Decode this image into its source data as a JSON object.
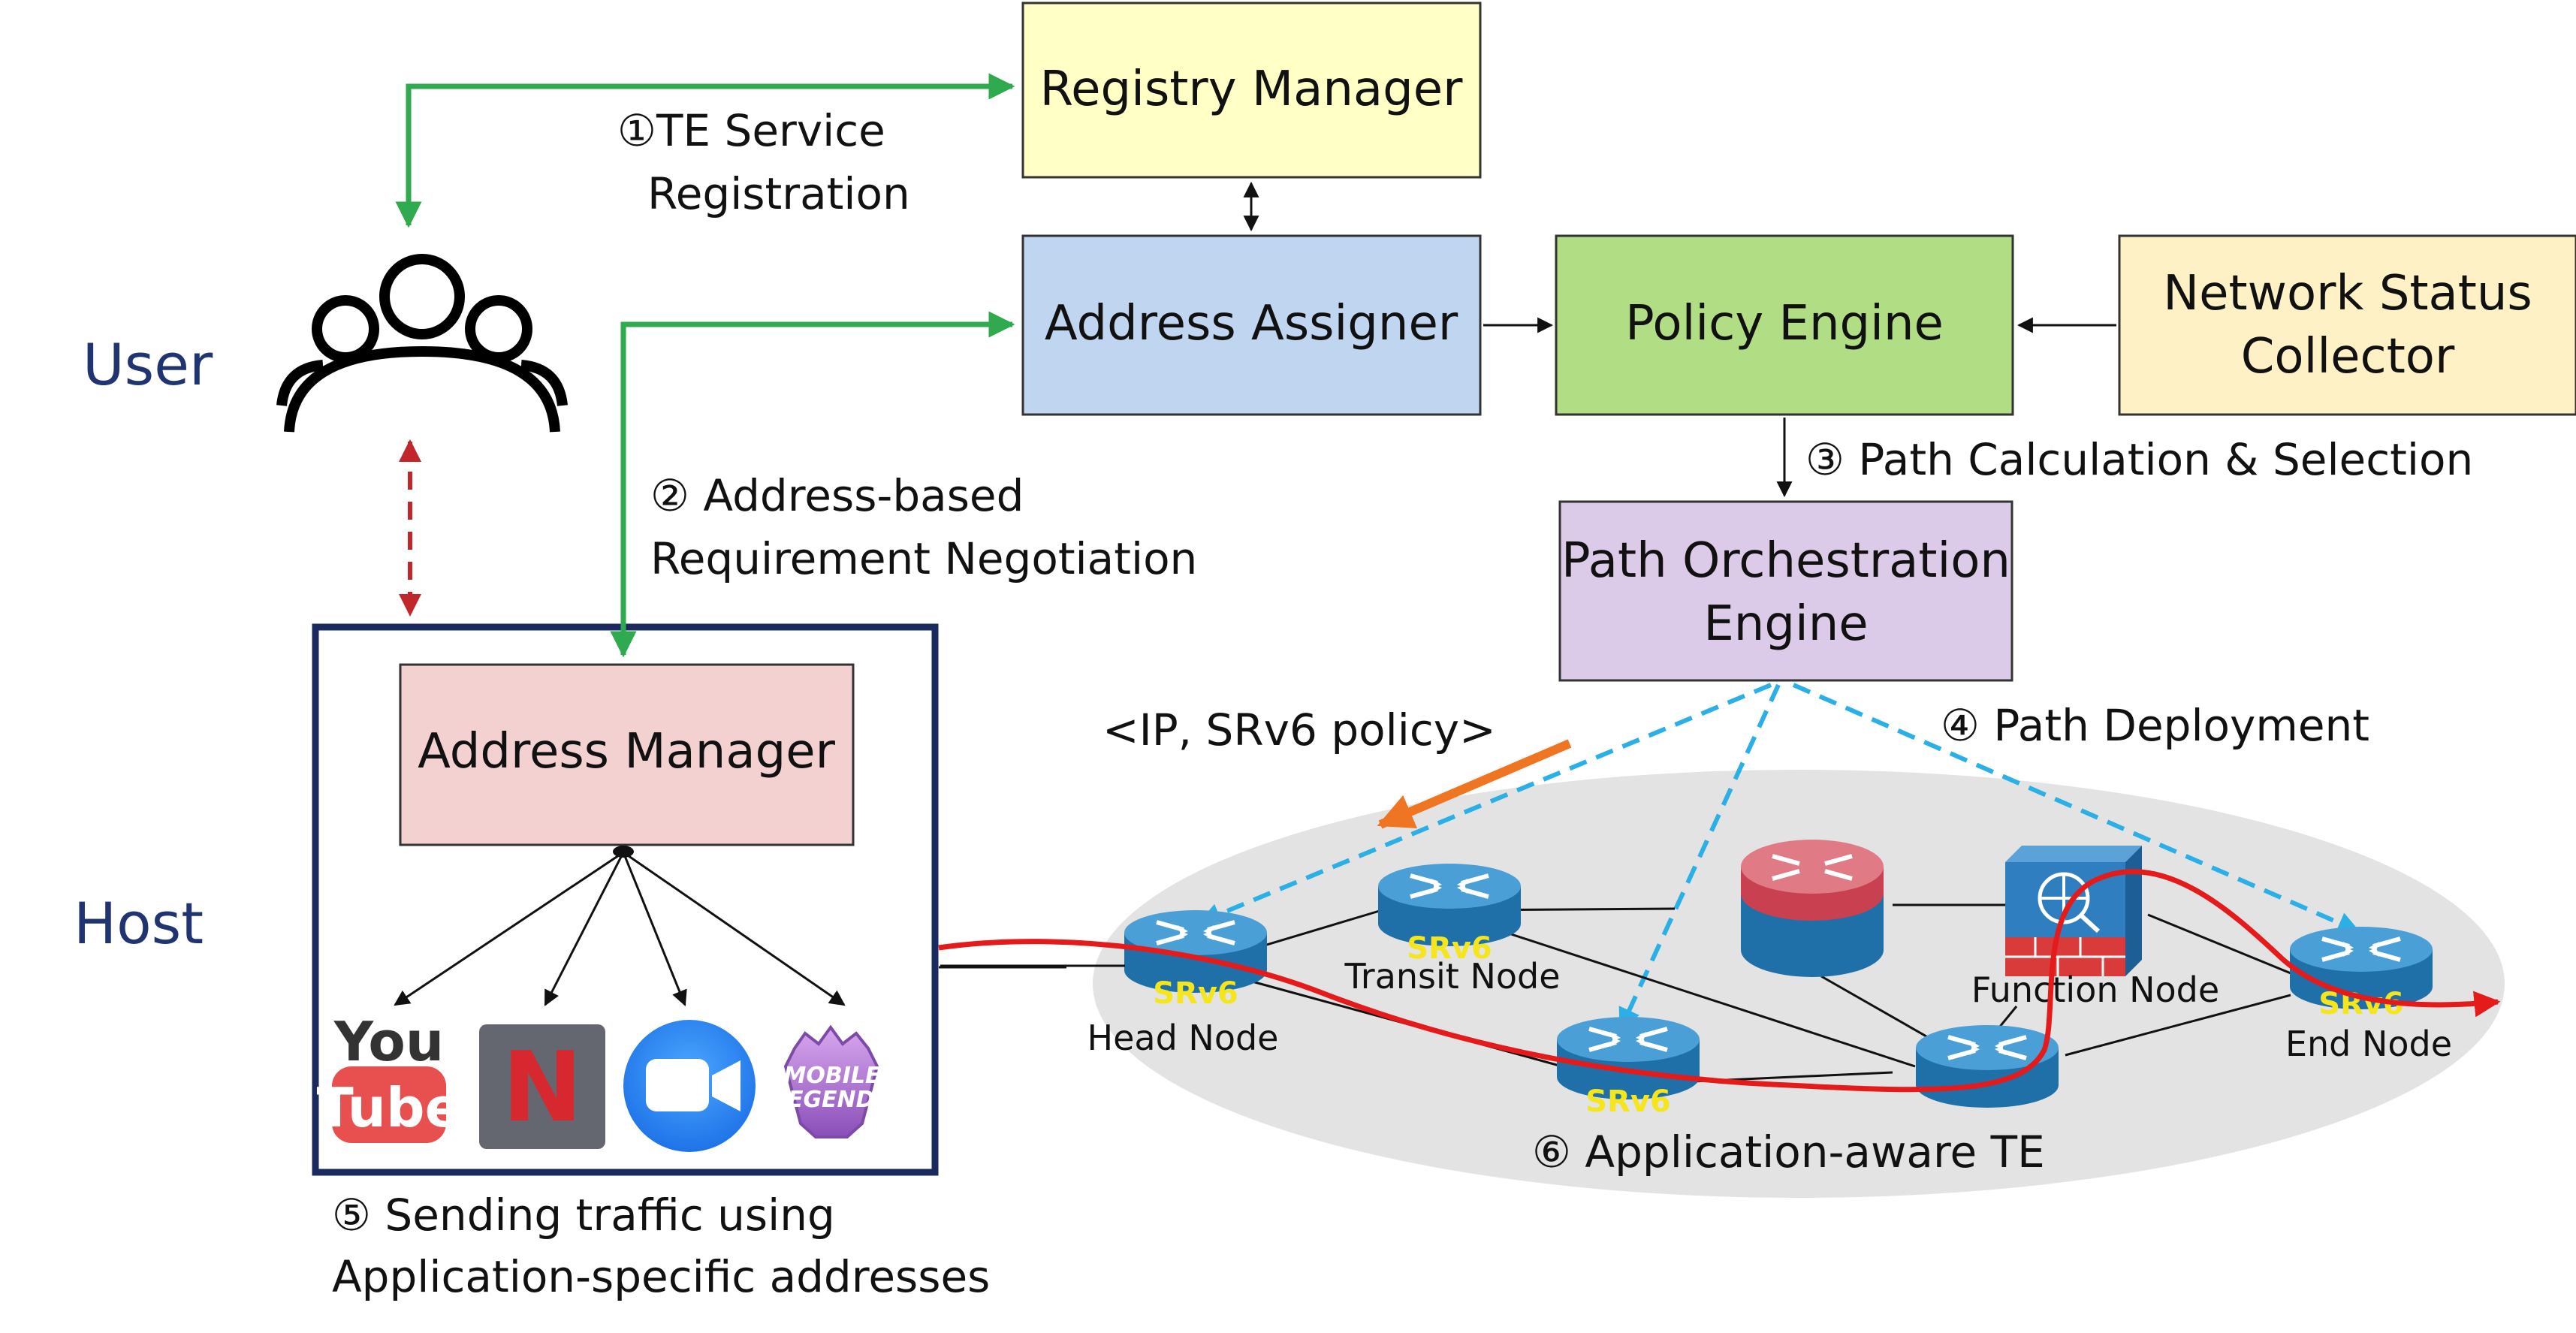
{
  "sides": {
    "user": "User",
    "host": "Host"
  },
  "boxes": {
    "registry_manager": "Registry Manager",
    "address_assigner": "Address Assigner",
    "policy_engine": "Policy Engine",
    "network_status_collector": [
      "Network Status",
      "Collector"
    ],
    "path_orchestration_engine": [
      "Path Orchestration",
      "Engine"
    ],
    "address_manager": "Address Manager"
  },
  "steps": {
    "s1": [
      "①TE Service",
      "Registration"
    ],
    "s2": [
      "② Address-based",
      "Requirement Negotiation"
    ],
    "s3": "③ Path Calculation & Selection",
    "s4": "④ Path Deployment",
    "s5": [
      "⑤ Sending traffic using",
      "Application-specific addresses"
    ],
    "s6": "⑥ Application-aware TE"
  },
  "policy_tag": "<IP, SRv6 policy>",
  "nodes": {
    "head": "Head Node",
    "transit": "Transit Node",
    "function": "Function Node",
    "end": "End Node",
    "srv6": "SRv6"
  },
  "apps": {
    "youtube": [
      "You",
      "Tube"
    ],
    "netflix": "N",
    "mobile_legends": [
      "MOBILE",
      "LEGENDS"
    ]
  },
  "colors": {
    "registry": "#ffffc6",
    "assigner": "#c0d5f0",
    "policy": "#b1de85",
    "collector": "#fff1c6",
    "orchestration": "#dccbe8",
    "address_manager": "#f4d1d1",
    "negotiation_arrow": "#2faa4f",
    "deploy_arrow": "#2ab0e6",
    "traffic_path": "#e51b1b",
    "policy_arrow": "#f07522",
    "host_frame": "#1b2a5e",
    "network_cloud": "#e3e3e3",
    "router_blue": "#1f6fa8",
    "router_top": "#4aa0d6"
  },
  "icons": [
    "users-icon",
    "router-icon",
    "firewall-icon",
    "youtube-icon",
    "netflix-icon",
    "zoom-icon",
    "mobile-legends-icon"
  ]
}
